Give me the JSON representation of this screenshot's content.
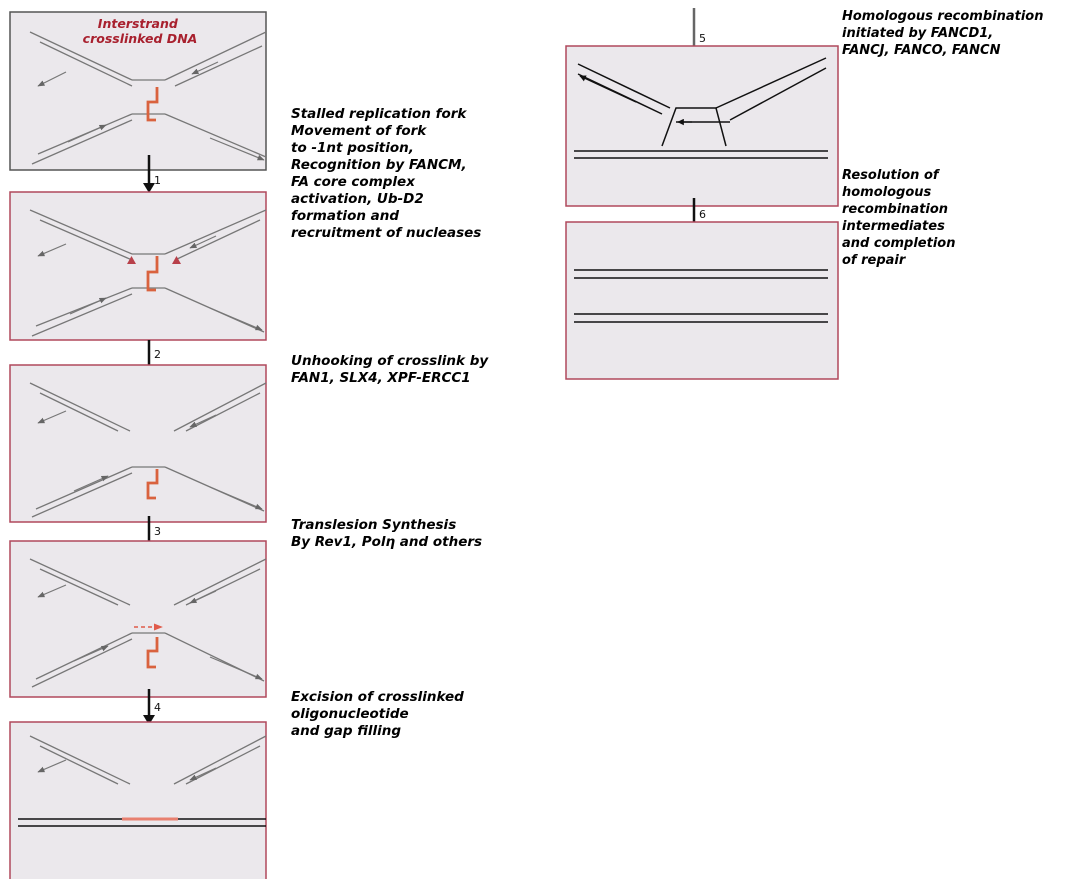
{
  "title": [
    "Interstrand",
    "crosslinked DNA"
  ],
  "colors": {
    "panel_fill": "#ebe8ec",
    "panel_border_first": "#555555",
    "panel_border": "#b0485c",
    "strand": "#777777",
    "strand_dark": "#111111",
    "crosslink": "#d9623e",
    "title_text": "#a8202e",
    "arrow": "#111111",
    "arrow_light": "#666666"
  },
  "steps": [
    {
      "num": "1",
      "caption": [
        "Stalled replication fork",
        "Movement of fork",
        "to -1nt position,",
        "Recognition by FANCM,",
        "FA core complex",
        "activation, Ub-D2",
        "formation and",
        "recruitment of nucleases"
      ]
    },
    {
      "num": "2",
      "caption": [
        "Unhooking of crosslink by",
        "FAN1, SLX4, XPF-ERCC1"
      ]
    },
    {
      "num": "3",
      "caption": [
        "Translesion Synthesis",
        "By Rev1, Polη and others"
      ]
    },
    {
      "num": "4",
      "caption": [
        "Excision of crosslinked",
        "oligonucleotide",
        "and gap filling"
      ]
    },
    {
      "num": "5",
      "caption": [
        "Homologous recombination",
        "initiated by FANCD1,",
        "FANCJ, FANCO, FANCN"
      ]
    },
    {
      "num": "6",
      "caption": [
        "Resolution of",
        "homologous",
        "recombination",
        "intermediates",
        "and completion",
        "of repair"
      ]
    }
  ]
}
